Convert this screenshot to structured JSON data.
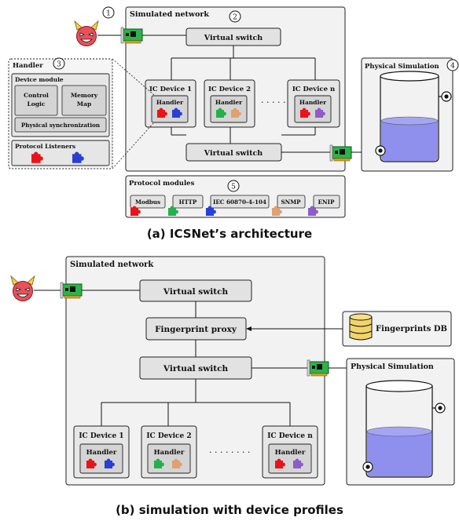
{
  "top": {
    "label_simulated_network": "Simulated network",
    "virtual_switch_top": "Virtual switch",
    "virtual_switch_bottom": "Virtual switch",
    "devices": [
      {
        "label": "IC Device 1",
        "handler": "Handler"
      },
      {
        "label": "IC Device 2",
        "handler": "Handler"
      },
      {
        "label": "IC Device n",
        "handler": "Handler"
      }
    ],
    "device_ellipsis": "· · · · ·",
    "handler_box": {
      "title": "Handler",
      "device_module": "Device module",
      "control_logic_1": "Control",
      "control_logic_2": "Logic",
      "memory_map_1": "Memory",
      "memory_map_2": "Map",
      "physical_sync": "Physical synchronization",
      "protocol_listeners": "Protocol Listeners"
    },
    "physical_simulation": "Physical Simulation",
    "protocol_modules": {
      "title": "Protocol modules",
      "items": [
        "Modbus",
        "HTTP",
        "IEC 60870-4-104",
        "SNMP",
        "ENIP"
      ]
    },
    "markers": [
      "1",
      "2",
      "3",
      "4",
      "5"
    ],
    "caption": "(a) ICSNet’s architecture"
  },
  "bottom": {
    "label_simulated_network": "Simulated network",
    "virtual_switch_top": "Virtual switch",
    "fingerprint_proxy": "Fingerprint proxy",
    "virtual_switch_bottom": "Virtual switch",
    "fingerprints_db": "Fingerprints DB",
    "physical_simulation": "Physical Simulation",
    "devices": [
      {
        "label": "IC Device 1",
        "handler": "Handler"
      },
      {
        "label": "IC Device 2",
        "handler": "Handler"
      },
      {
        "label": "IC Device n",
        "handler": "Handler"
      }
    ],
    "device_ellipsis": "· · · · · · · ·",
    "caption": "(b) simulation with device profiles"
  },
  "colors": {
    "modbus": "#e8141b",
    "http": "#22b14c",
    "iec": "#2a3fd4",
    "snmp": "#e0a070",
    "enip": "#8e5cc9",
    "water": "#8f8fee",
    "nic_green": "#2db34a",
    "attacker": "#e8505b"
  }
}
